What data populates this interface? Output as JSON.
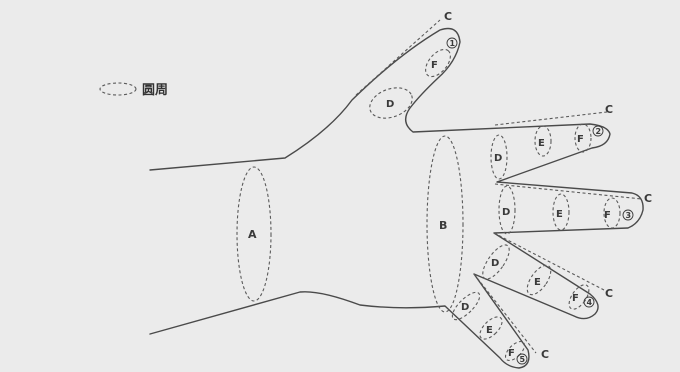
{
  "legend": {
    "label": "圆周"
  },
  "labels": {
    "A": "A",
    "B": "B",
    "C": "C",
    "D": "D",
    "E": "E",
    "F": "F"
  },
  "finger_numbers": [
    "1",
    "2",
    "3",
    "4",
    "5"
  ],
  "colors": {
    "background": "#ebebeb",
    "outline": "#4a4a4a",
    "dashed": "#5a5a5a"
  }
}
